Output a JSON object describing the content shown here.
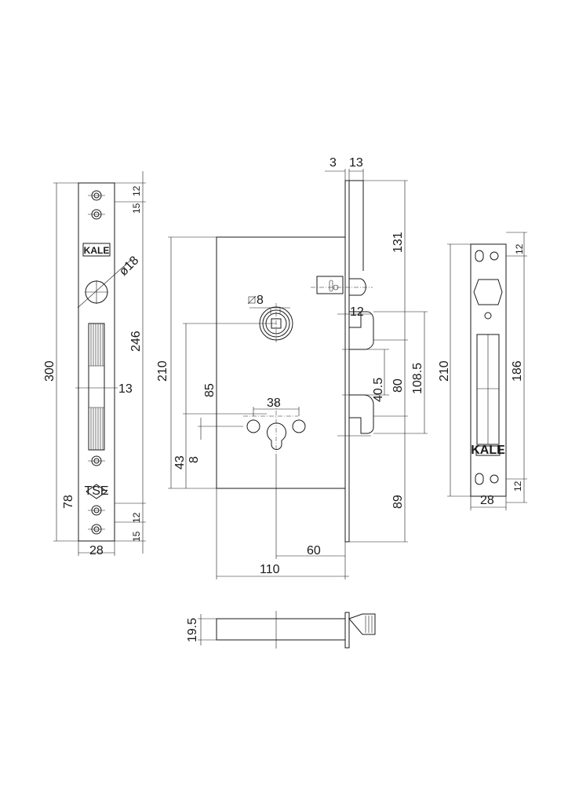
{
  "drawing": {
    "faceplate": {
      "dims": {
        "total_length": "300",
        "hole_spacing": "246",
        "slot_width": "13",
        "bottom_offset": "78",
        "width": "28",
        "top_12": "12",
        "top_15": "15",
        "bot_12": "12",
        "bot_15": "15",
        "hole_dia": "ø18"
      },
      "logo": "KALE",
      "mark": "TSE"
    },
    "lock_body": {
      "dims": {
        "plate_thickness": "3",
        "bolt_offset": "13",
        "top_to_latch": "131",
        "bottom": "89",
        "latch_bolt": "12",
        "between_bolts": "40.5",
        "bolt_span": "80",
        "outer_span": "108.5",
        "height": "210",
        "spindle_to_cyl": "85",
        "cyl_to_bottom": "43",
        "cyl_offset": "8",
        "cyl_holes": "38",
        "spindle_square": "8",
        "backset": "60",
        "depth": "110"
      }
    },
    "strike_plate": {
      "dims": {
        "top": "12",
        "height": "210",
        "span": "186",
        "bottom": "12",
        "width": "28"
      },
      "logo": "KALE"
    },
    "side_view": {
      "dims": {
        "thickness": "19.5"
      }
    }
  }
}
